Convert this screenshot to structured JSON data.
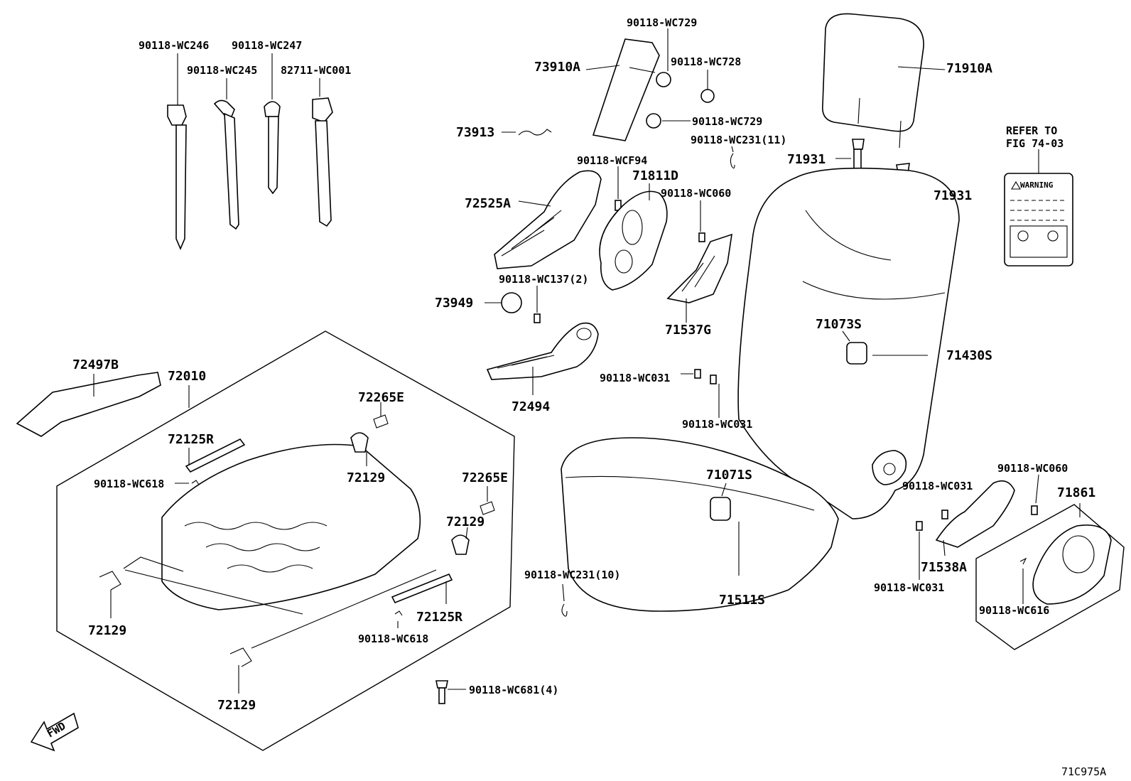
{
  "figure_code": "71C975A",
  "fwd_label": "FWD",
  "refer_note": {
    "line1": "REFER TO",
    "line2": "FIG 74-03"
  },
  "warning_label": "WARNING",
  "parts": {
    "p90118_wc246": "90118-WC246",
    "p90118_wc247": "90118-WC247",
    "p90118_wc245": "90118-WC245",
    "p82711_wc001": "82711-WC001",
    "p90118_wc729_top": "90118-WC729",
    "p73910a": "73910A",
    "p90118_wc728": "90118-WC728",
    "p90118_wc729_mid": "90118-WC729",
    "p71910a": "71910A",
    "p73913": "73913",
    "p90118_wc231_11": "90118-WC231(11)",
    "p71931_top": "71931",
    "p71931_bot": "71931",
    "p90118_wcf94": "90118-WCF94",
    "p71811d": "71811D",
    "p72525a": "72525A",
    "p90118_wc060_top": "90118-WC060",
    "p90118_wc137": "90118-WC137(2)",
    "p73949": "73949",
    "p71537g": "71537G",
    "p71073s": "71073S",
    "p71430s": "71430S",
    "p72497b": "72497B",
    "p72010": "72010",
    "p90118_wc031_a": "90118-WC031",
    "p72494": "72494",
    "p72265e_top": "72265E",
    "p90118_wc031_b": "90118-WC031",
    "p72125r_top": "72125R",
    "p72129_a": "72129",
    "p90118_wc618_top": "90118-WC618",
    "p71071s": "71071S",
    "p72265e_right": "72265E",
    "p90118_wc060_right": "90118-WC060",
    "p72129_b": "72129",
    "p90118_wc031_c": "90118-WC031",
    "p71861": "71861",
    "p90118_wc231_10": "90118-WC231(10)",
    "p71538a": "71538A",
    "p72129_c": "72129",
    "p72125r_bot": "72125R",
    "p71511s": "71511S",
    "p90118_wc031_d": "90118-WC031",
    "p90118_wc616": "90118-WC616",
    "p90118_wc618_bot": "90118-WC618",
    "p72129_d": "72129",
    "p90118_wc681": "90118-WC681(4)"
  }
}
